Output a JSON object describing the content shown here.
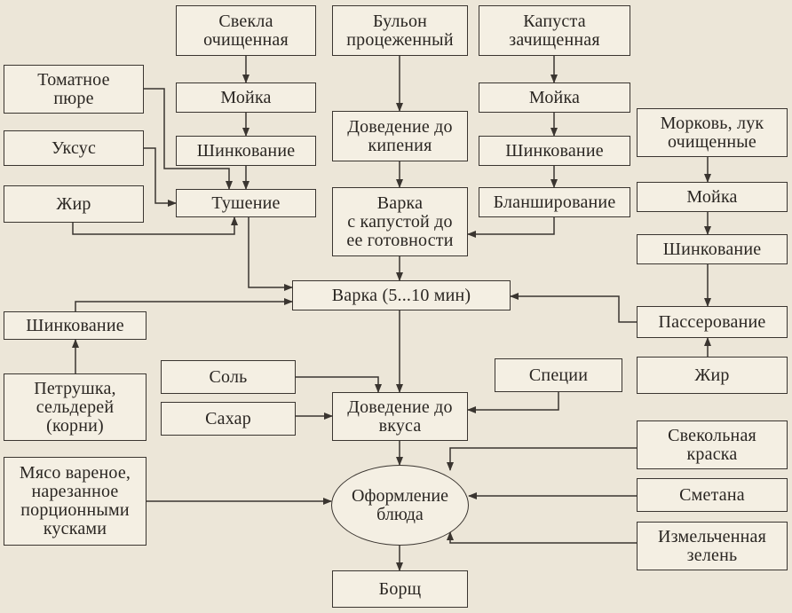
{
  "nodes": {
    "beet": "Свекла\nочищенная",
    "broth": "Бульон\nпроцеженный",
    "cabbage": "Капуста\nзачищенная",
    "tomato": "Томатное\nпюре",
    "beet_wash": "Мойка",
    "beet_shred": "Шинкование",
    "vinegar": "Уксус",
    "fat1": "Жир",
    "stew": "Тушение",
    "boil": "Доведение до\nкипения",
    "cook_cabbage": "Варка\nс капустой до\nее готовности",
    "cab_wash": "Мойка",
    "cab_shred": "Шинкование",
    "blanch": "Бланширование",
    "carrot_onion": "Морковь, лук\nочищенные",
    "carrot_wash": "Мойка",
    "carrot_shred": "Шинкование",
    "cook_5_10": "Варка (5...10 мин)",
    "root_shred": "Шинкование",
    "saute": "Пассерование",
    "roots": "Петрушка,\nсельдерей\n(корни)",
    "salt": "Соль",
    "sugar": "Сахар",
    "season": "Доведение до\nвкуса",
    "spices": "Специи",
    "fat2": "Жир",
    "beet_color": "Свекольная\nкраска",
    "meat": "Мясо вареное,\nнарезанное\nпорционными\nкусками",
    "serving": "Оформление\nблюда",
    "sour_cream": "Сметана",
    "greens": "Измельченная\nзелень",
    "borscht": "Борщ"
  },
  "colors": {
    "line": "#3a3530",
    "paper": "#ece6d8",
    "box_fill": "#f4efe3"
  }
}
